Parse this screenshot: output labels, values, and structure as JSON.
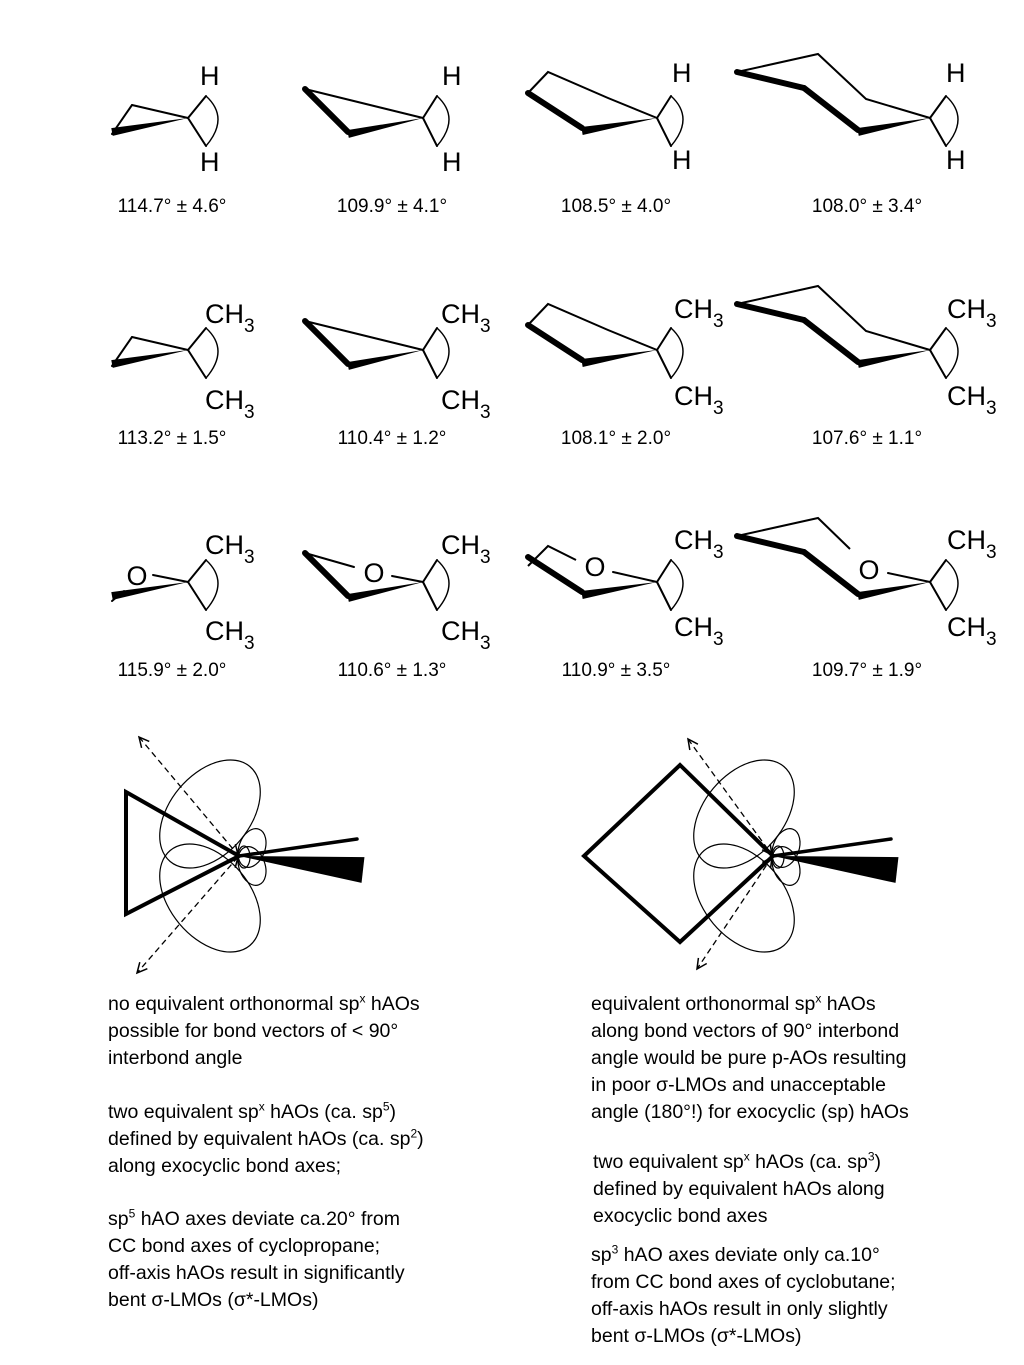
{
  "figure": {
    "h_label": "H",
    "ch_label": "CH",
    "ch_subscript": "3",
    "o_label": "O",
    "rows": [
      {
        "substituent": "H",
        "angles": [
          "114.7° ± 4.6°",
          "109.9° ± 4.1°",
          "108.5° ± 4.0°",
          "108.0° ± 3.4°"
        ]
      },
      {
        "substituent": "CH3",
        "angles": [
          "113.2° ± 1.5°",
          "110.4° ± 1.2°",
          "108.1° ± 2.0°",
          "107.6° ± 1.1°"
        ]
      },
      {
        "substituent": "CH3",
        "ring_atom": "O",
        "angles": [
          "115.9° ± 2.0°",
          "110.6° ± 1.3°",
          "110.9° ± 3.5°",
          "109.7° ± 1.9°"
        ]
      }
    ]
  },
  "captions": {
    "left": [
      {
        "id": "left-p1",
        "lines": [
          [
            "no equivalent orthonormal sp",
            {
              "sup": "x"
            },
            " hAOs"
          ],
          [
            "possible for bond vectors of < 90°"
          ],
          [
            "interbond angle"
          ]
        ]
      },
      {
        "id": "left-p2",
        "lines": [
          [
            "two equivalent sp",
            {
              "sup": "x"
            },
            " hAOs (ca. sp",
            {
              "sup": "5"
            },
            ")"
          ],
          [
            "defined by equivalent hAOs (ca. sp",
            {
              "sup": "2"
            },
            ")"
          ],
          [
            "along exocyclic bond axes;"
          ]
        ]
      },
      {
        "id": "left-p3",
        "lines": [
          [
            "sp",
            {
              "sup": "5"
            },
            " hAO axes deviate ca.20° from"
          ],
          [
            "CC bond axes of cyclopropane;"
          ],
          [
            "off-axis hAOs result in significantly"
          ],
          [
            "bent σ-LMOs (σ*-LMOs)"
          ]
        ]
      }
    ],
    "right": [
      {
        "id": "right-p1",
        "lines": [
          [
            "equivalent orthonormal sp",
            {
              "sup": "x"
            },
            " hAOs"
          ],
          [
            "along bond vectors of 90° interbond"
          ],
          [
            "angle would be pure p-AOs resulting"
          ],
          [
            "in poor σ-LMOs and unacceptable"
          ],
          [
            "angle (180°!) for exocyclic (sp) hAOs"
          ]
        ]
      },
      {
        "id": "right-p2",
        "lines": [
          [
            "two equivalent sp",
            {
              "sup": "x"
            },
            " hAOs (ca. sp",
            {
              "sup": "3"
            },
            ")"
          ],
          [
            "defined by equivalent hAOs along"
          ],
          [
            "exocyclic bond axes"
          ]
        ]
      },
      {
        "id": "right-p3",
        "lines": [
          [
            "sp",
            {
              "sup": "3"
            },
            " hAO axes deviate only ca.10°"
          ],
          [
            "from CC bond axes of cyclobutane;"
          ],
          [
            "off-axis hAOs result in only slightly"
          ],
          [
            "bent σ-LMOs (σ*-LMOs)"
          ]
        ]
      }
    ]
  }
}
